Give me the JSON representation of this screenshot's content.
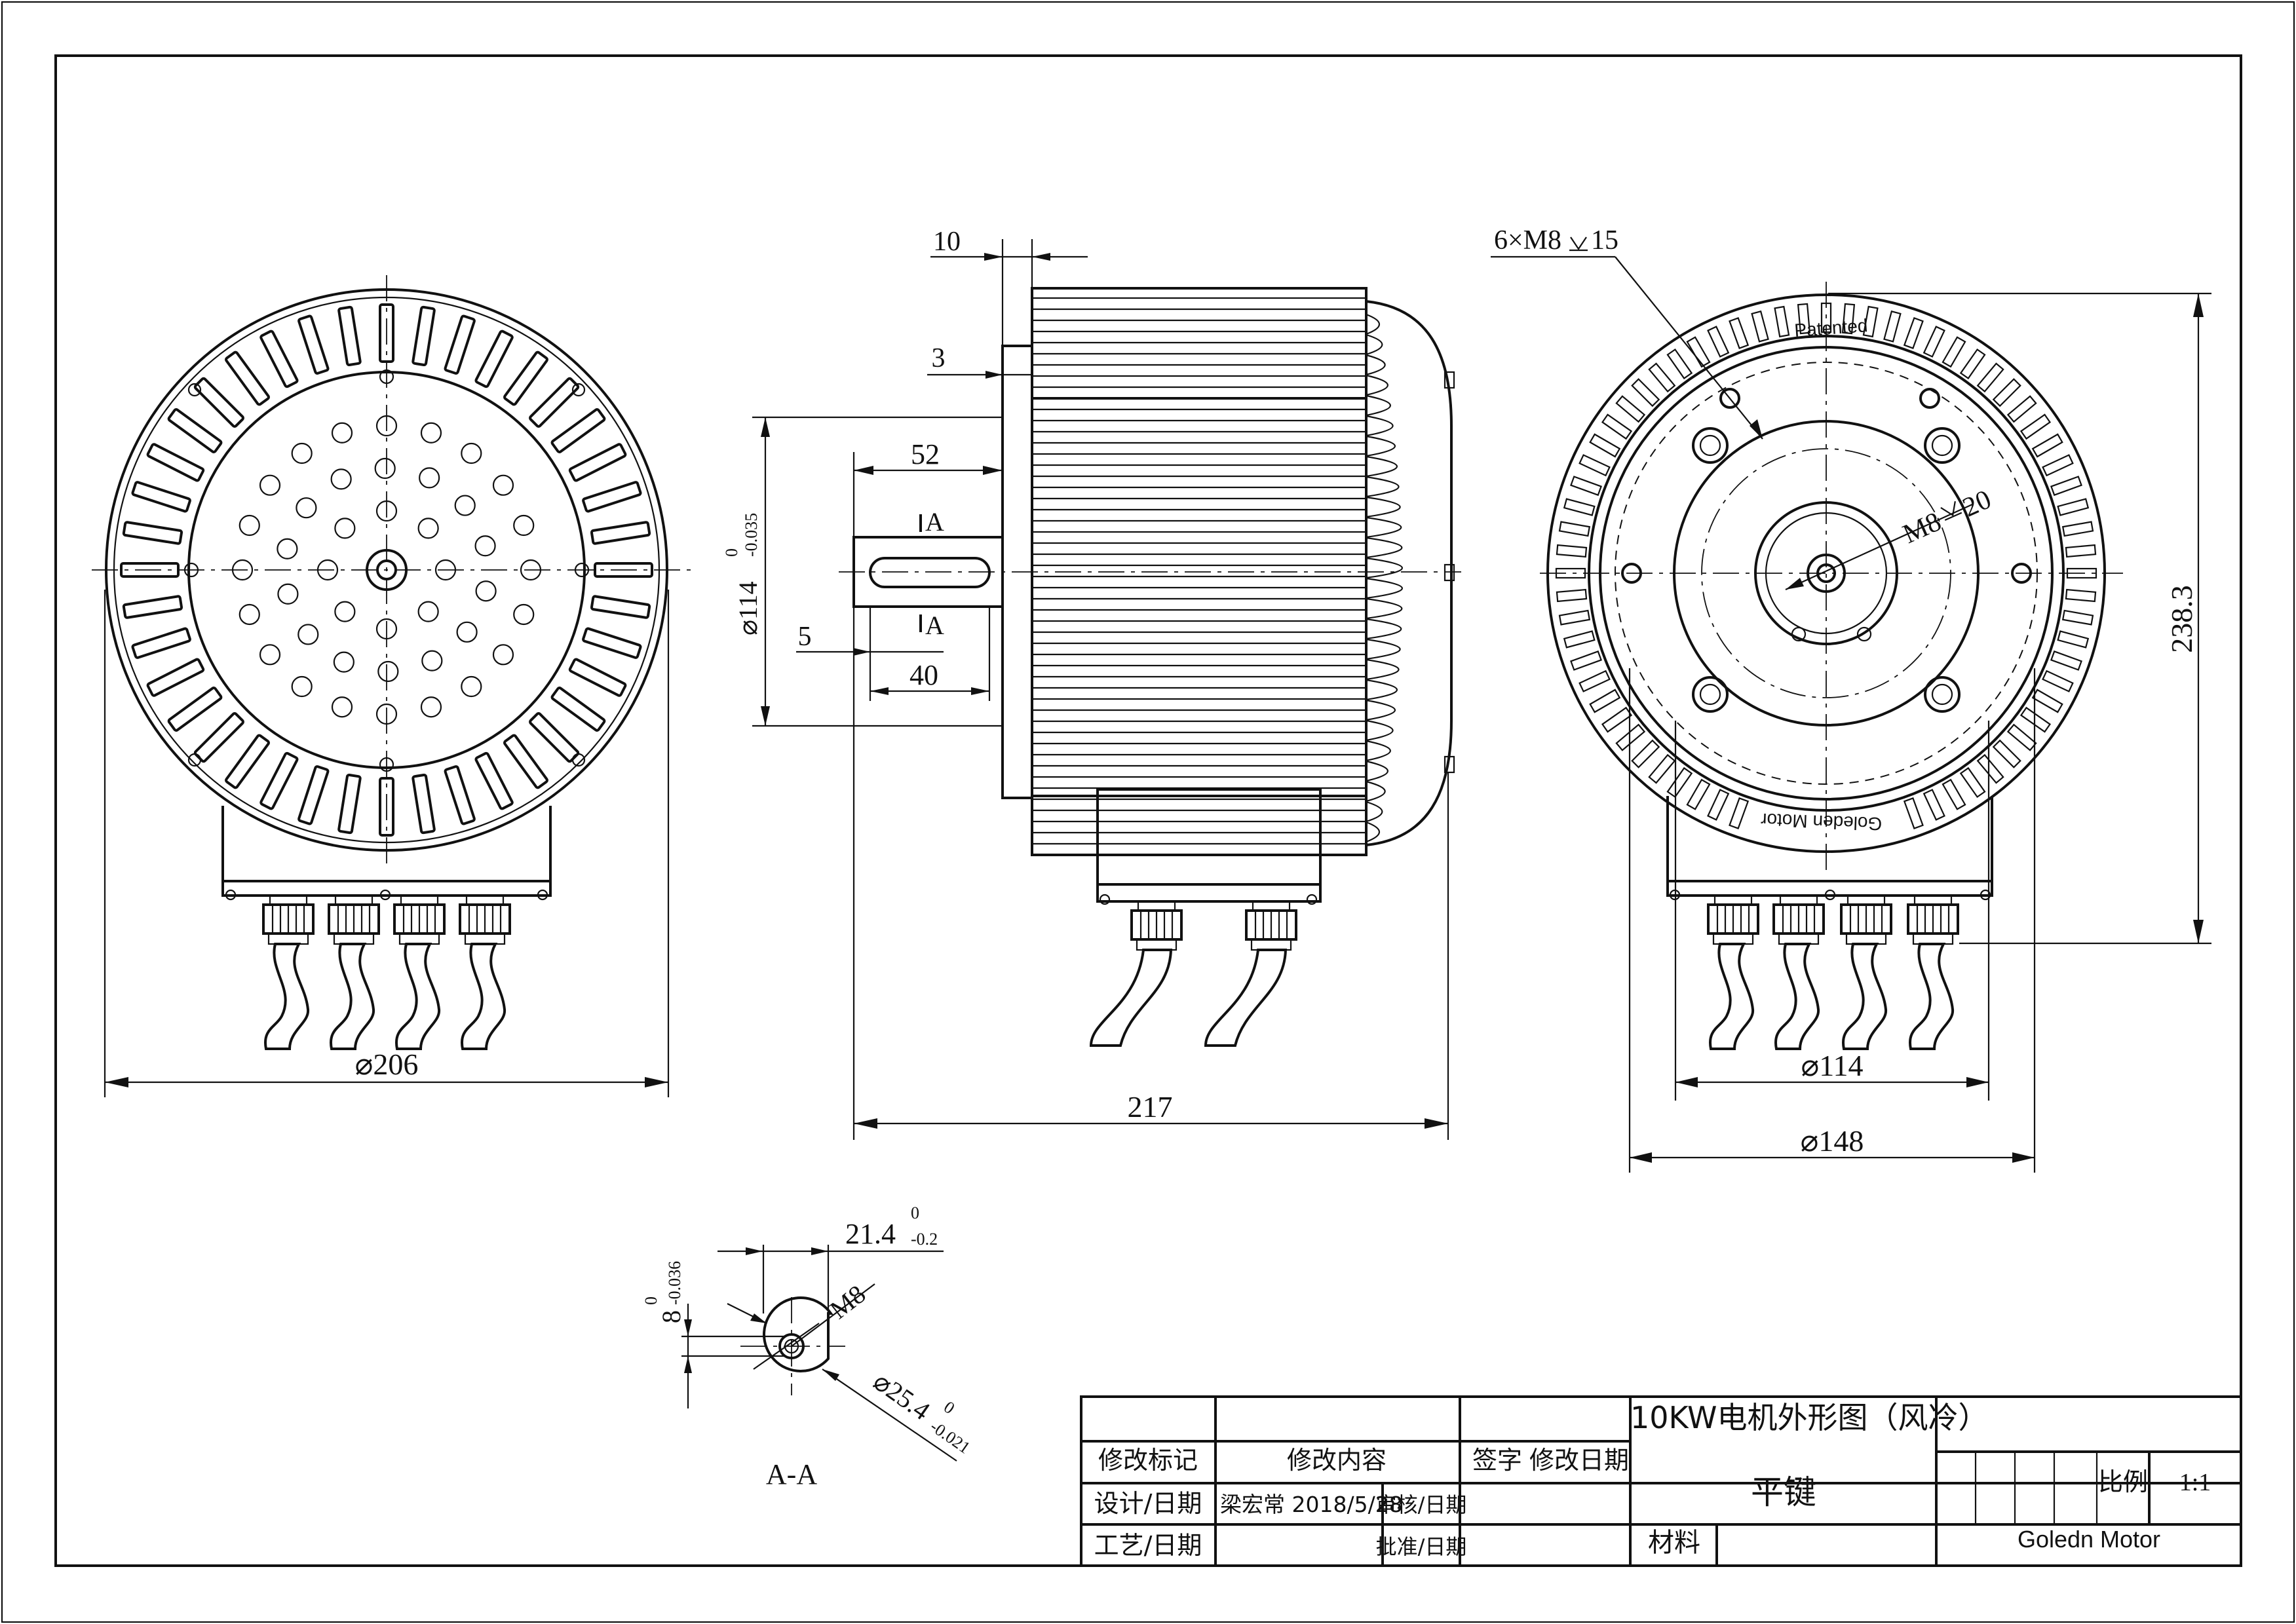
{
  "dimensions": {
    "front_diameter": "⌀206",
    "side_length": "217",
    "flange_offset": "10",
    "flange_thickness": "3",
    "shaft_length": "52",
    "key_offset": "5",
    "key_length": "40",
    "pilot_diameter_nominal": "⌀114",
    "pilot_tol_upper": "0",
    "pilot_tol_lower": "-0.035",
    "bolt_holes": "6×M8",
    "bolt_depth": "15",
    "center_thread": "M8",
    "center_depth": "20",
    "rear_height": "238.3",
    "rear_pcd": "⌀114",
    "rear_diameter": "⌀148",
    "key_height_nominal": "21.4",
    "key_height_tol_upper": "0",
    "key_height_tol_lower": "-0.2",
    "key_width_nominal": "8",
    "key_width_tol_upper": "0",
    "key_width_tol_lower": "-0.036",
    "section_thread": "M8",
    "shaft_dia_nominal": "⌀25.4",
    "shaft_dia_tol_upper": "0",
    "shaft_dia_tol_lower": "-0.021"
  },
  "labels": {
    "section_marker": "A",
    "section_title": "A-A",
    "patented": "Patented",
    "brand_stamp": "Goleden Motor"
  },
  "title_block": {
    "drawing_title": "10KW电机外形图（风冷）",
    "part_name": "平键",
    "revision_mark": "修改标记",
    "revision_content": "修改内容",
    "signature": "签字",
    "revision_date": "修改日期",
    "design_date": "设计/日期",
    "designer_entry": "梁宏常 2018/5/28",
    "review_date": "审核/日期",
    "process_date": "工艺/日期",
    "approve_date": "批准/日期",
    "material": "材料",
    "scale_label": "比例",
    "scale_value": "1:1",
    "company": "Goledn Motor"
  }
}
